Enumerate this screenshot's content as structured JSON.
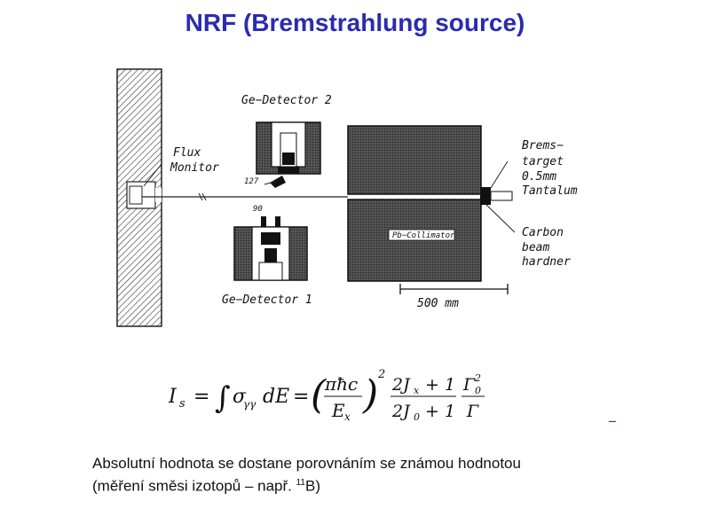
{
  "title": "NRF (Bremstrahlung source)",
  "diagram": {
    "labels": {
      "ge_detector_2": "Ge−Detector 2",
      "ge_detector_1": "Ge−Detector 1",
      "flux": "Flux",
      "monitor": "Monitor",
      "angle_127": "127",
      "angle_90": "90",
      "brems": "Brems−",
      "target": "target",
      "thickness": "0.5mm",
      "tantalum": "Tantalum",
      "carbon": "Carbon",
      "beam": "beam",
      "hardner": "hardner",
      "collimator": "Pb−Collimator",
      "scale": "500 mm"
    }
  },
  "formula": {
    "Is": "I",
    "s": "s",
    "int_integrand": "σ",
    "gg": "γγ",
    "dE": "dE",
    "pihc": "πħc",
    "Ex": "E",
    "x": "x",
    "power": "2",
    "num": "2J",
    "num_sub": "x",
    "num_rest": " + 1",
    "den": "2J",
    "den_sub": "0",
    "den_rest": " + 1",
    "gamma_num": "Γ",
    "gamma_num_sub": "0",
    "gamma_num_sup": "2",
    "gamma_den": "Γ"
  },
  "caption": {
    "line1": "Absolutní hodnota se dostane porovnáním se známou hodnotou",
    "line2_pre": "(měření směsi izotopů – např. ",
    "sup": "11",
    "line2_post": "B)"
  }
}
